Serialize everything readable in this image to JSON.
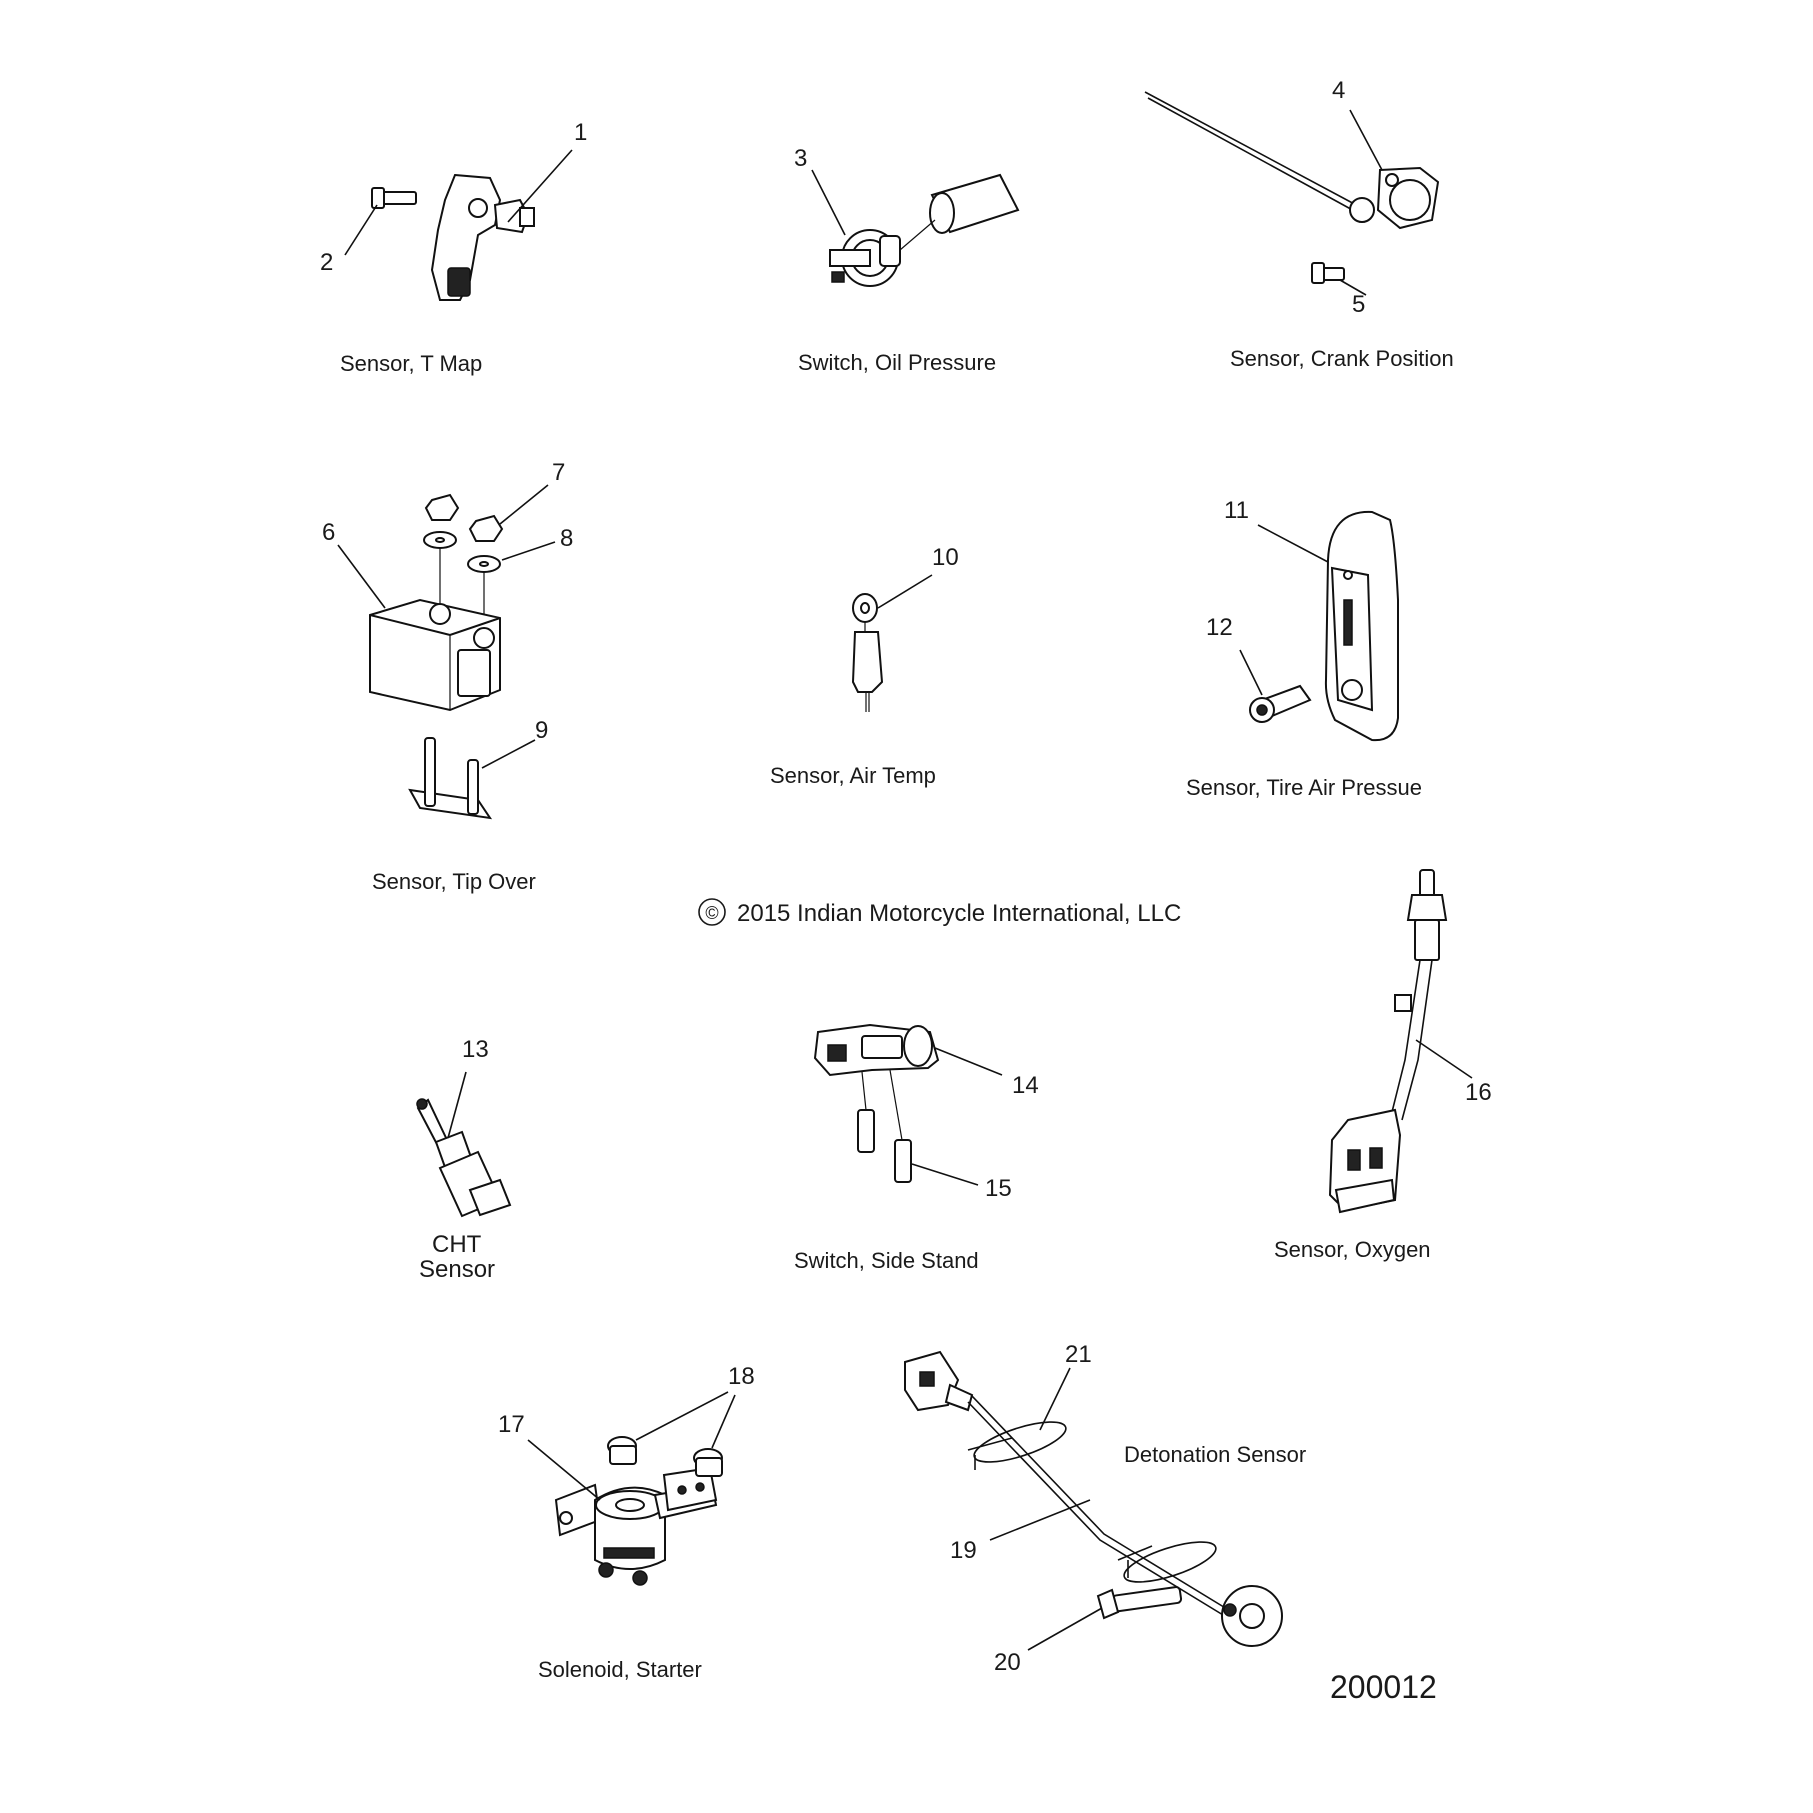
{
  "diagram": {
    "copyright": "2015 Indian Motorcycle International, LLC",
    "copyright_symbol": "©",
    "figure_id": "200012",
    "groups": [
      {
        "id": "tmap",
        "caption": "Sensor, T Map",
        "callouts": [
          "1",
          "2"
        ]
      },
      {
        "id": "oilpressure",
        "caption": "Switch, Oil Pressure",
        "callouts": [
          "3"
        ]
      },
      {
        "id": "crank",
        "caption": "Sensor, Crank Position",
        "callouts": [
          "4",
          "5"
        ]
      },
      {
        "id": "tipover",
        "caption": "Sensor, Tip Over",
        "callouts": [
          "6",
          "7",
          "8",
          "9"
        ]
      },
      {
        "id": "airtemp",
        "caption": "Sensor, Air Temp",
        "callouts": [
          "10"
        ]
      },
      {
        "id": "tire",
        "caption": "Sensor, Tire Air Pressue",
        "callouts": [
          "11",
          "12"
        ]
      },
      {
        "id": "cht",
        "caption_line1": "CHT",
        "caption_line2": "Sensor",
        "callouts": [
          "13"
        ]
      },
      {
        "id": "sidestand",
        "caption": "Switch, Side Stand",
        "callouts": [
          "14",
          "15"
        ]
      },
      {
        "id": "oxygen",
        "caption": "Sensor, Oxygen",
        "callouts": [
          "16"
        ]
      },
      {
        "id": "solenoid",
        "caption": "Solenoid, Starter",
        "callouts": [
          "17",
          "18"
        ]
      },
      {
        "id": "detonation",
        "caption": "Detonation Sensor",
        "callouts": [
          "19",
          "20",
          "21"
        ]
      }
    ]
  }
}
